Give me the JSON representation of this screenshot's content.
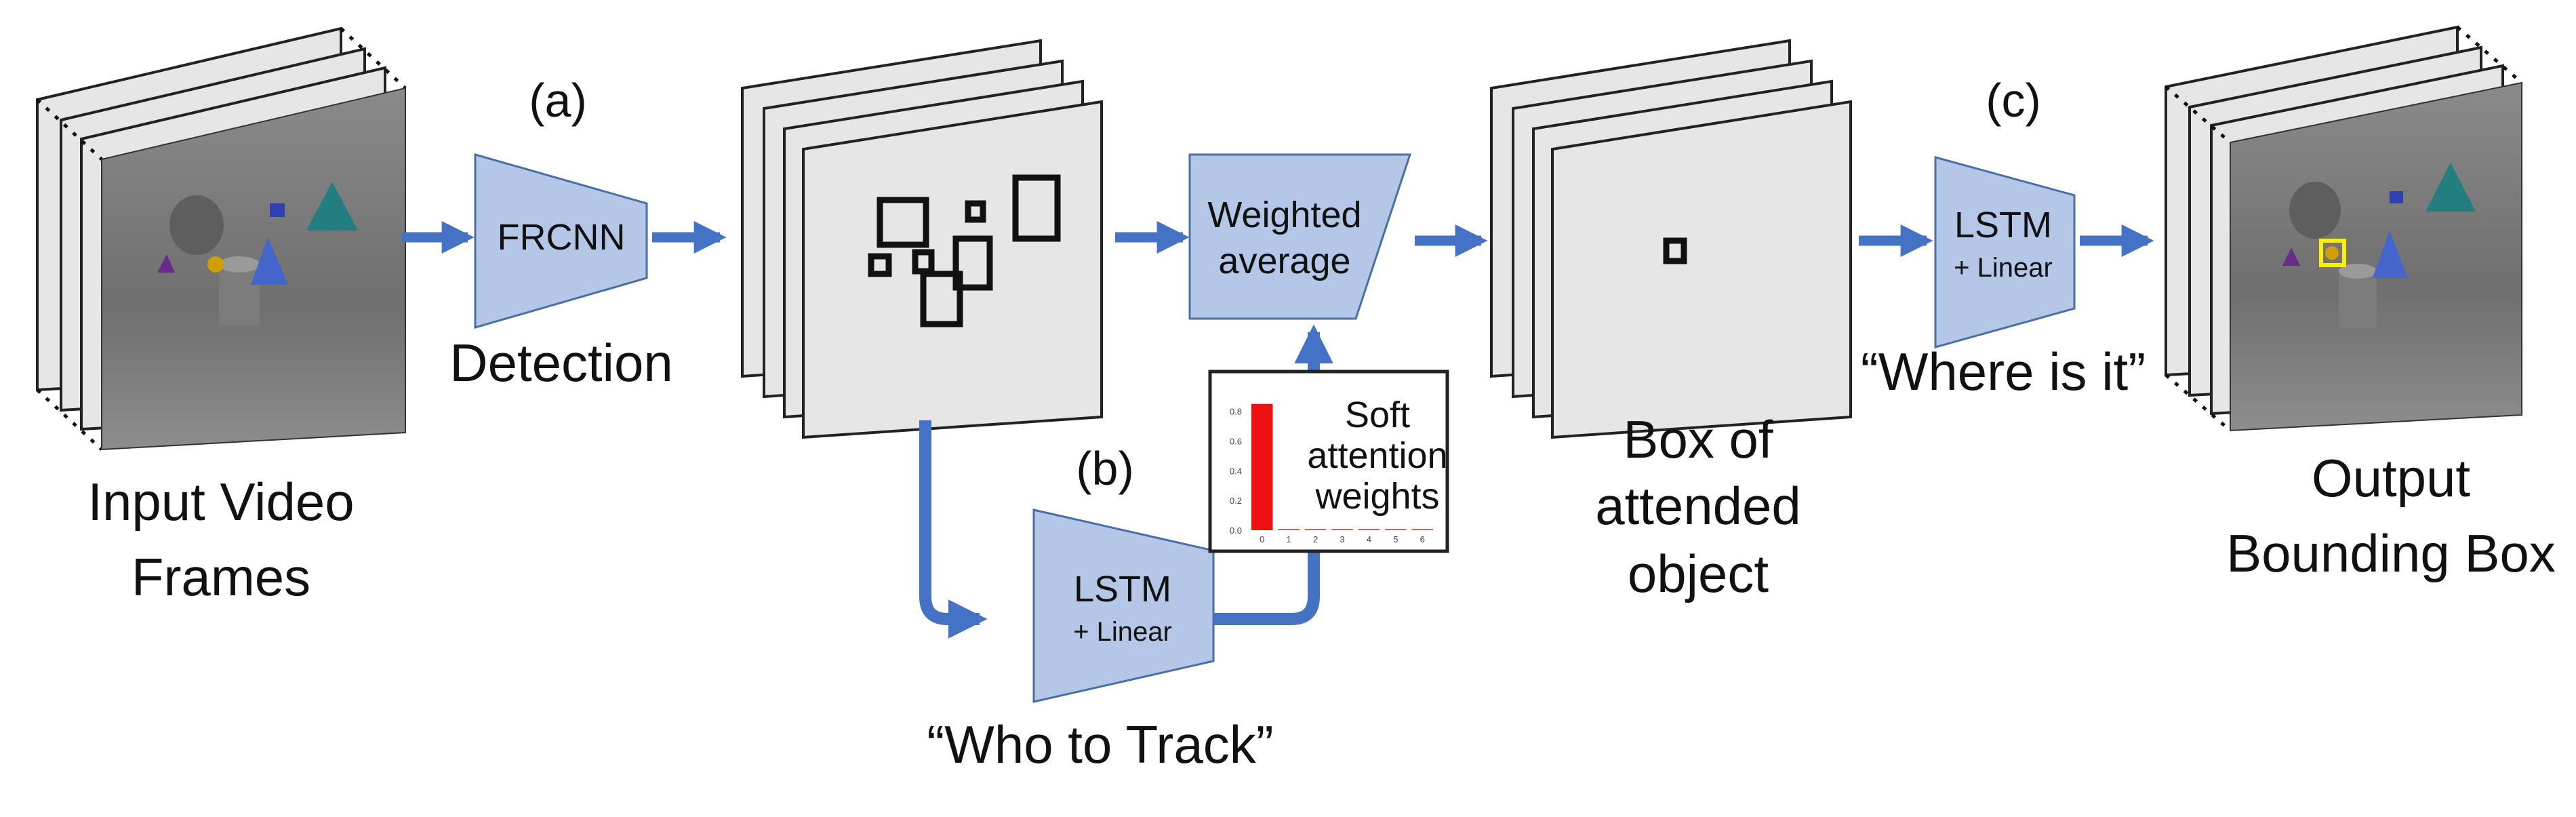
{
  "input": {
    "label_line1": "Input Video",
    "label_line2": "Frames"
  },
  "detection": {
    "step": "(a)",
    "module": "FRCNN",
    "caption": "Detection"
  },
  "weighting": {
    "module_line1": "Weighted",
    "module_line2": "average"
  },
  "who": {
    "step": "(b)",
    "module_main": "LSTM",
    "module_sub": "+ Linear",
    "caption": "“Who to Track”"
  },
  "attention": {
    "label_line1": "Soft",
    "label_line2": "attention",
    "label_line3": "weights",
    "chart_data": {
      "type": "bar",
      "categories": [
        "0",
        "1",
        "2",
        "3",
        "4",
        "5",
        "6"
      ],
      "values": [
        0.85,
        0.005,
        0.005,
        0.005,
        0.005,
        0.005,
        0.005
      ],
      "ylim": [
        0,
        0.85
      ],
      "yticks": [
        "0.0",
        "0.2",
        "0.4",
        "0.6",
        "0.8"
      ],
      "bar_color": "#ee1111"
    }
  },
  "attended": {
    "label_line1": "Box of",
    "label_line2": "attended",
    "label_line3": "object"
  },
  "where": {
    "step": "(c)",
    "module_main": "LSTM",
    "module_sub": "+ Linear",
    "caption": "“Where is it”"
  },
  "output": {
    "label_line1": "Output",
    "label_line2": "Bounding Box"
  },
  "colors": {
    "module_fill": "#b4c7e7",
    "module_stroke": "#4a6fa5",
    "arrow": "#4472c4",
    "frame_fill": "#e6e6e6",
    "frame_stroke": "#222222",
    "highlight": "#ffee00"
  }
}
